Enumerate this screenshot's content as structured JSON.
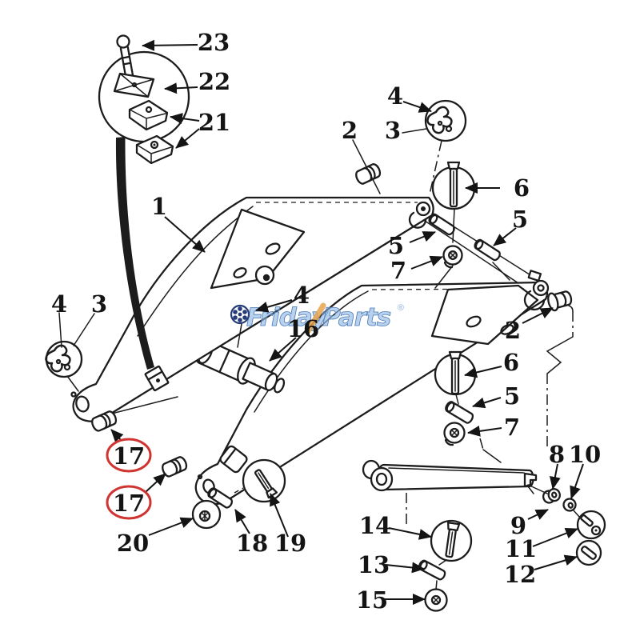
{
  "figure": {
    "type": "exploded-parts-diagram",
    "description": "loader boom arm exploded parts view with numbered callouts",
    "watermark": {
      "word1": "Friday",
      "slash": "/",
      "word2": "Parts",
      "reg": "®"
    },
    "highlight": {
      "shape": "ellipse",
      "callout": "17",
      "count": 2
    },
    "colors": {
      "line": "#1c1c1c",
      "highlight_red": "#cf3430",
      "watermark_blue": "#8db4e2",
      "watermark_orange": "#e8a54c",
      "callout16_color": "#9c6414",
      "part4_navy": "#253a78"
    },
    "callouts": {
      "c1": "1",
      "c2a": "2",
      "c2b": "2",
      "c3a": "3",
      "c3b": "3",
      "c4a": "4",
      "c4b": "4",
      "c4c": "4",
      "c5a": "5",
      "c5b": "5",
      "c5c": "5",
      "c6a": "6",
      "c6b": "6",
      "c7a": "7",
      "c7b": "7",
      "c8": "8",
      "c9": "9",
      "c10": "10",
      "c11": "11",
      "c12": "12",
      "c13": "13",
      "c14": "14",
      "c15": "15",
      "c16": "16",
      "c17a": "17",
      "c17b": "17",
      "c18": "18",
      "c19": "19",
      "c20": "20",
      "c21": "21",
      "c22": "22",
      "c23": "23"
    }
  }
}
